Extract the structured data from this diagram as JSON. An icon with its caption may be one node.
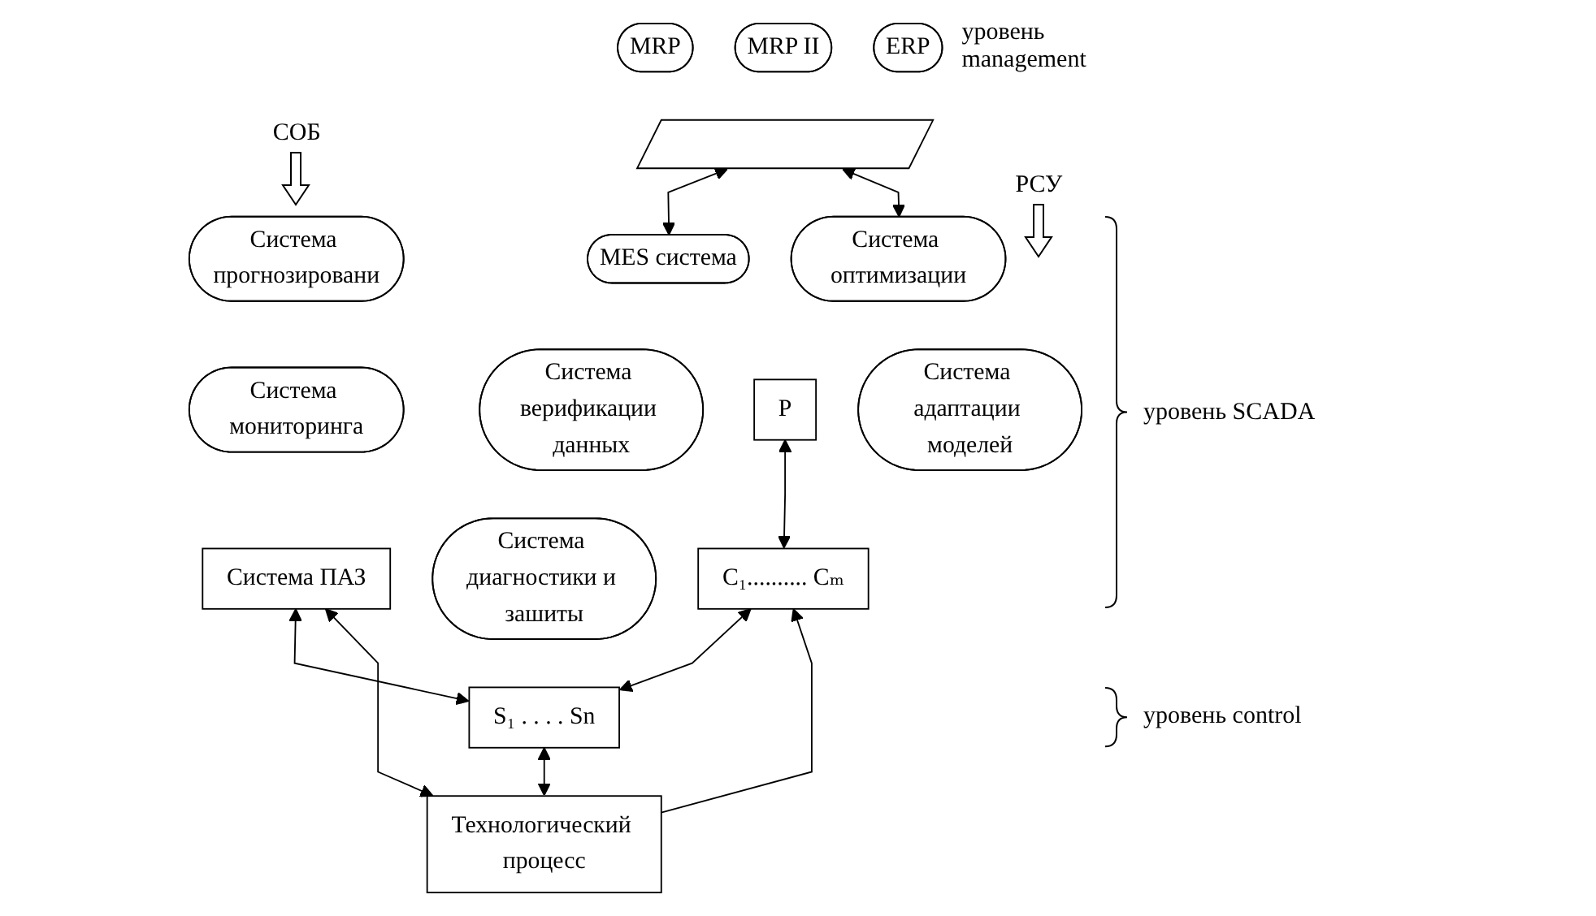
{
  "diagram": {
    "nodes": [
      {
        "text": [
          "MRP"
        ]
      },
      {
        "text": [
          "MRP II"
        ]
      },
      {
        "text": [
          "ERP"
        ]
      },
      {
        "text": [],
        "shape": "band"
      },
      {
        "text": [
          "MES система"
        ]
      },
      {
        "text": [
          "Система оптимизации"
        ]
      },
      {
        "text": [
          "P"
        ]
      },
      {
        "text": [
          "Система прогнозировани"
        ]
      },
      {
        "text": [
          "Система верификации данных"
        ]
      },
      {
        "text": [
          "Система адаптации моделей"
        ]
      },
      {
        "text": [
          "Система мониторинга"
        ]
      },
      {
        "text": [
          "Система диагностики и зашиты"
        ]
      },
      {
        "text": [
          "C₁.......... Cₘ"
        ]
      },
      {
        "text": [
          "Система ПАЗ"
        ]
      },
      {
        "text": [
          "S₁ . . . . Sn"
        ]
      },
      {
        "text": [
          "Технологический процесс"
        ]
      }
    ],
    "edges": [
      {
        "from": 4,
        "to": 3,
        "arrow": "both"
      },
      {
        "from": 5,
        "to": 3,
        "arrow": "both"
      },
      {
        "from": 12,
        "to": 6,
        "arrow": "both"
      },
      {
        "from": 14,
        "to": 12,
        "arrow": "both"
      },
      {
        "from": 14,
        "to": 13,
        "arrow": "both"
      },
      {
        "from": 15,
        "to": 13,
        "arrow": "both"
      },
      {
        "from": 15,
        "to": 14,
        "arrow": "both"
      },
      {
        "from": 15,
        "to": 12,
        "arrow": "to"
      }
    ],
    "labels": [
      "уровень management",
      "СОБ",
      "РСУ",
      "уровень SCADA",
      "уровень control"
    ]
  }
}
